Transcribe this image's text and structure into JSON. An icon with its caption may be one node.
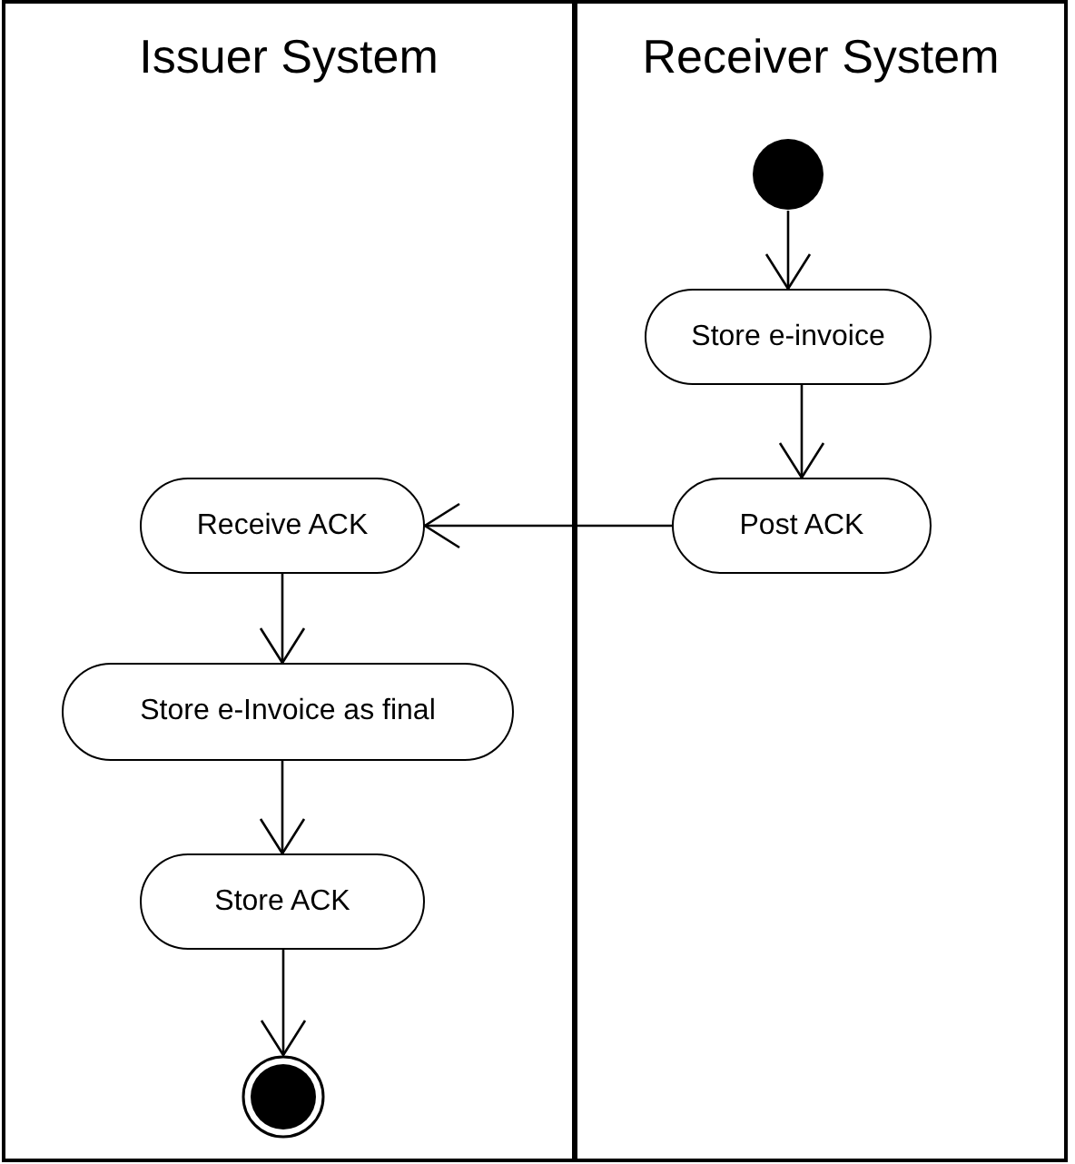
{
  "diagram": {
    "nodes": [
      {
        "text": [
          "Issuer System"
        ]
      },
      {
        "text": [
          "Receiver System"
        ]
      },
      {
        "text": [],
        "shape": "circle",
        "in": 1
      },
      {
        "text": [
          "Store e-invoice"
        ],
        "in": 1
      },
      {
        "text": [
          "Post ACK"
        ],
        "in": 1
      },
      {
        "text": [
          "Receive ACK"
        ],
        "in": 0
      },
      {
        "text": [
          "Store e-Invoice as final"
        ],
        "in": 0
      },
      {
        "text": [
          "Store ACK"
        ],
        "in": 0
      },
      {
        "text": [],
        "shape": "bullseye",
        "in": 0
      }
    ],
    "edges": [
      {
        "from": 2,
        "to": 3,
        "arrow": "to"
      },
      {
        "from": 3,
        "to": 4,
        "arrow": "to"
      },
      {
        "from": 4,
        "to": 5,
        "arrow": "to"
      },
      {
        "from": 5,
        "to": 6,
        "arrow": "to"
      },
      {
        "from": 6,
        "to": 7,
        "arrow": "to"
      },
      {
        "from": 7,
        "to": 8,
        "arrow": "to"
      }
    ]
  }
}
